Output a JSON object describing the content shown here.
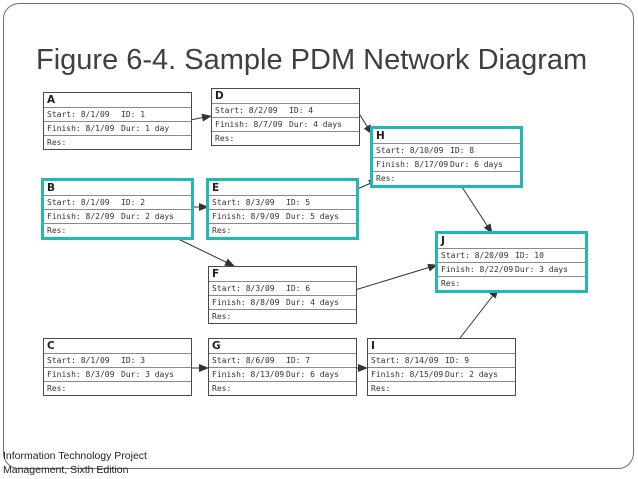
{
  "slide": {
    "title": "Figure 6-4. Sample PDM Network Diagram",
    "footer": [
      "Information Technology Project",
      "Management, Sixth Edition"
    ]
  },
  "colors": {
    "critical_path_highlight": "#22b8b4",
    "box_border": "#4b4b4b"
  },
  "diagram": {
    "nodes": [
      {
        "id": "A",
        "start": "Start:  8/1/09",
        "id_label": "ID:  1",
        "finish": "Finish:  8/1/09",
        "dur": "Dur: 1 day",
        "res": "Res:",
        "highlight": false
      },
      {
        "id": "B",
        "start": "Start:  8/1/09",
        "id_label": "ID:  2",
        "finish": "Finish:  8/2/09",
        "dur": "Dur: 2 days",
        "res": "Res:",
        "highlight": true
      },
      {
        "id": "C",
        "start": "Start:  8/1/09",
        "id_label": "ID:  3",
        "finish": "Finish:  8/3/09",
        "dur": "Dur: 3 days",
        "res": "Res:",
        "highlight": false
      },
      {
        "id": "D",
        "start": "Start:  8/2/09",
        "id_label": "ID:  4",
        "finish": "Finish:  8/7/09",
        "dur": "Dur: 4 days",
        "res": "Res:",
        "highlight": false
      },
      {
        "id": "E",
        "start": "Start:  8/3/09",
        "id_label": "ID:  5",
        "finish": "Finish:  8/9/09",
        "dur": "Dur: 5 days",
        "res": "Res:",
        "highlight": true
      },
      {
        "id": "F",
        "start": "Start:  8/3/09",
        "id_label": "ID:  6",
        "finish": "Finish:  8/8/09",
        "dur": "Dur: 4 days",
        "res": "Res:",
        "highlight": false
      },
      {
        "id": "G",
        "start": "Start:  8/6/09",
        "id_label": "ID:  7",
        "finish": "Finish:  8/13/09",
        "dur": "Dur: 6 days",
        "res": "Res:",
        "highlight": false
      },
      {
        "id": "H",
        "start": "Start:  8/10/09",
        "id_label": "ID:  8",
        "finish": "Finish:  8/17/09",
        "dur": "Dur: 6 days",
        "res": "Res:",
        "highlight": true
      },
      {
        "id": "I",
        "start": "Start:  8/14/09",
        "id_label": "ID:  9",
        "finish": "Finish:  8/15/09",
        "dur": "Dur: 2 days",
        "res": "Res:",
        "highlight": false
      },
      {
        "id": "J",
        "start": "Start:  8/20/09",
        "id_label": "ID:  10",
        "finish": "Finish:  8/22/09",
        "dur": "Dur: 3 days",
        "res": "Res:",
        "highlight": true
      }
    ],
    "edges": [
      {
        "from": "A",
        "to": "D"
      },
      {
        "from": "B",
        "to": "E"
      },
      {
        "from": "B",
        "to": "F"
      },
      {
        "from": "C",
        "to": "G"
      },
      {
        "from": "D",
        "to": "H"
      },
      {
        "from": "E",
        "to": "H"
      },
      {
        "from": "F",
        "to": "J"
      },
      {
        "from": "G",
        "to": "I"
      },
      {
        "from": "H",
        "to": "J"
      },
      {
        "from": "I",
        "to": "J"
      }
    ]
  }
}
